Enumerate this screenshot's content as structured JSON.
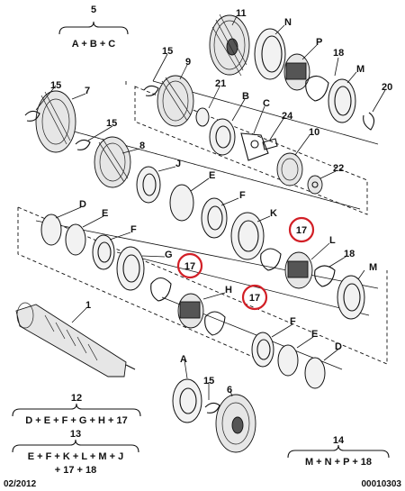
{
  "labels": {
    "n11": "11",
    "nN1": "N",
    "nP1": "P",
    "n15a": "15",
    "n9": "9",
    "n18a": "18",
    "nM1": "M",
    "n15b": "15",
    "n7": "7",
    "n21": "21",
    "nB1": "B",
    "n20": "20",
    "n15c": "15",
    "nC": "C",
    "n24": "24",
    "n8": "8",
    "n10": "10",
    "nJ": "J",
    "n22": "22",
    "nE1": "E",
    "nD1": "D",
    "nE2": "E",
    "nF1": "F",
    "nK": "K",
    "nF2": "F",
    "nL": "L",
    "nG": "G",
    "n18b": "18",
    "nM2": "M",
    "nH": "H",
    "n1": "1",
    "nF3": "F",
    "nE3": "E",
    "nD2": "D",
    "nA": "A",
    "n15d": "15",
    "n6": "6"
  },
  "callouts": {
    "c1": "17",
    "c2": "17",
    "c3": "17"
  },
  "sums": {
    "s5_num": "5",
    "s5_eq": "A + B + C",
    "s12_num": "12",
    "s12_eq": "D + E + F + G + H + 17",
    "s13_num": "13",
    "s13_eq1": "E + F + K + L + M + J",
    "s13_eq2": "+ 17 + 18",
    "s14_num": "14",
    "s14_eq": "M + N + P + 18"
  },
  "footer": {
    "date": "02/2012",
    "code": "00010303"
  },
  "colors": {
    "callout_ring": "#d21f26",
    "ink": "#111111"
  }
}
